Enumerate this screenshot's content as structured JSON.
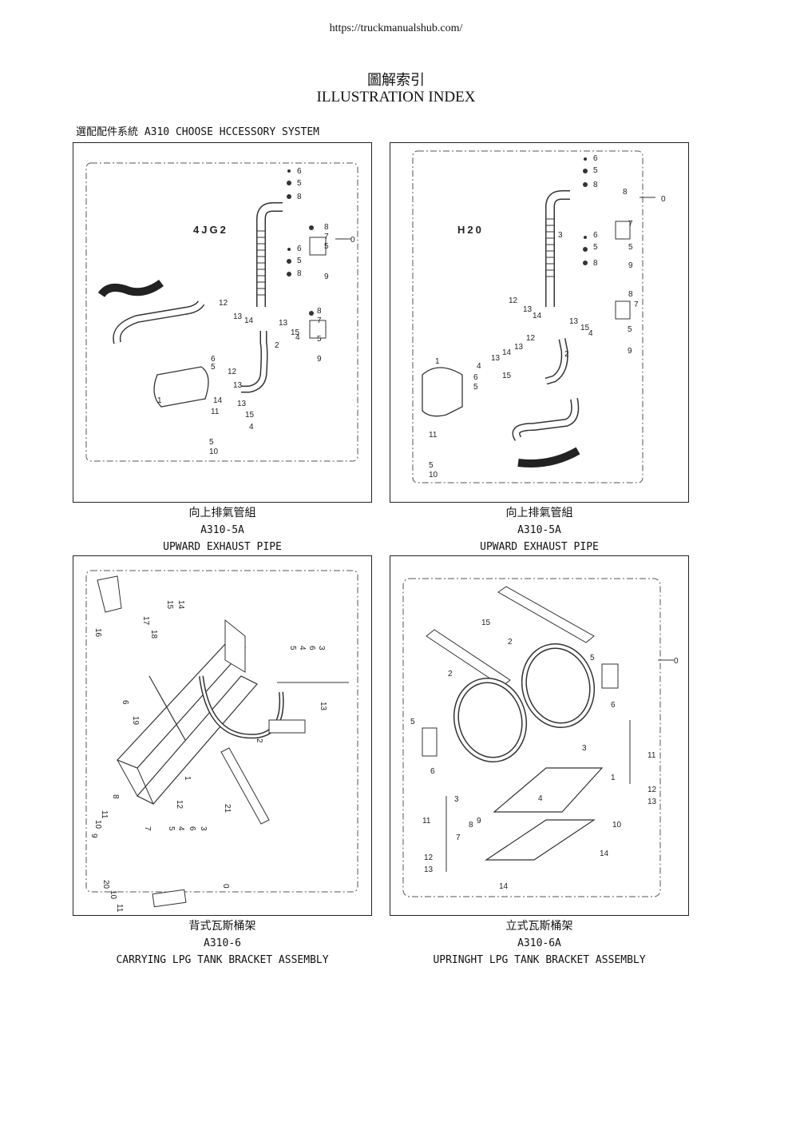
{
  "source_url": "https://truckmanualshub.com/",
  "header": {
    "title_cn": "圖解索引",
    "title_en": "ILLUSTRATION INDEX"
  },
  "section_label": "選配配件系統 A310 CHOOSE HCCESSORY SYSTEM",
  "panels": [
    {
      "engine_label": "4JG2",
      "caption_cn": "向上排氣管組",
      "code": "A310-5A",
      "caption_en": "UPWARD EXHAUST PIPE"
    },
    {
      "engine_label": "H20",
      "caption_cn": "向上排氣管組",
      "code": "A310-5A",
      "caption_en": "UPWARD EXHAUST PIPE"
    },
    {
      "caption_cn": "背式瓦斯桶架",
      "code": "A310-6",
      "caption_en": "CARRYING LPG TANK BRACKET ASSEMBLY"
    },
    {
      "caption_cn": "立式瓦斯桶架",
      "code": "A310-6A",
      "caption_en": "UPRINGHT LPG TANK BRACKET ASSEMBLY"
    }
  ]
}
